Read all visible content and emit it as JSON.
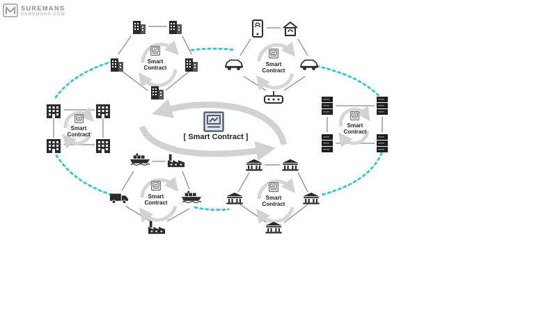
{
  "logo": {
    "name": "SUREMANS",
    "domain": "SUREMANS.COM"
  },
  "center": {
    "label": "[ Smart Contract ]"
  },
  "clusters": [
    {
      "name": "buildings",
      "label_line1": "Smart",
      "label_line2": "Contract"
    },
    {
      "name": "iot",
      "label_line1": "Smart",
      "label_line2": "Contract"
    },
    {
      "name": "offices",
      "label_line1": "Smart",
      "label_line2": "Contract"
    },
    {
      "name": "servers",
      "label_line1": "Smart",
      "label_line2": "Contract"
    },
    {
      "name": "logistics",
      "label_line1": "Smart",
      "label_line2": "Contract"
    },
    {
      "name": "government",
      "label_line1": "Smart",
      "label_line2": "Contract"
    }
  ],
  "icons": {
    "buildings": [
      "office-building-icon",
      "office-building-icon",
      "office-building-icon",
      "office-building-icon",
      "office-building-icon"
    ],
    "iot": [
      "smartphone-icon",
      "smart-home-icon",
      "car-icon",
      "connected-car-icon",
      "iot-router-icon"
    ],
    "offices": [
      "apartment-icon",
      "apartment-icon",
      "apartment-icon",
      "apartment-icon"
    ],
    "servers": [
      "server-rack-icon",
      "server-rack-icon",
      "server-rack-icon",
      "server-rack-icon"
    ],
    "logistics": [
      "cargo-ship-icon",
      "factory-icon",
      "delivery-truck-icon",
      "container-ship-icon",
      "factory-icon"
    ],
    "government": [
      "government-building-icon",
      "government-building-icon",
      "government-building-icon",
      "government-building-icon",
      "government-building-icon"
    ]
  },
  "colors": {
    "link_dotted": "#3cc5d6",
    "cycle_arrow": "#d2d2d2",
    "icon": "#2b2b2b",
    "contract_icon_accent": "#3f6fb4"
  }
}
